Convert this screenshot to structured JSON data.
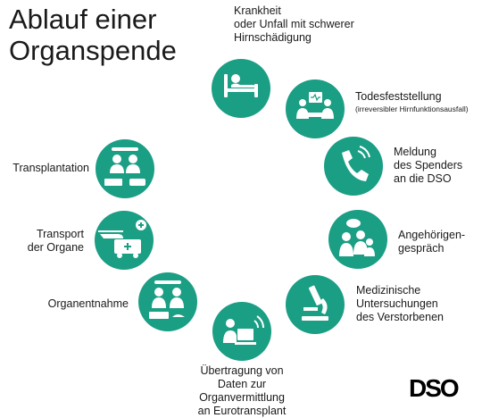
{
  "title": {
    "line1": "Ablauf einer",
    "line2": "Organspende"
  },
  "steps": [
    {
      "id": "krankheit",
      "icon": "patient-bed-icon",
      "lines": [
        "Krankheit",
        "oder Unfall mit schwerer",
        "Hirnschädigung"
      ]
    },
    {
      "id": "todesfeststellung",
      "icon": "doctors-monitor-icon",
      "lines": [
        "Todesfeststellung"
      ],
      "note": "(irreversibler Hirnfunktionsausfall)"
    },
    {
      "id": "meldung",
      "icon": "phone-icon",
      "lines": [
        "Meldung",
        "des Spenders",
        "an die DSO"
      ]
    },
    {
      "id": "angehoerigen",
      "icon": "family-talk-icon",
      "lines": [
        "Angehörigen-",
        "gespräch"
      ]
    },
    {
      "id": "untersuchungen",
      "icon": "microscope-icon",
      "lines": [
        "Medizinische",
        "Untersuchungen",
        "des Verstorbenen"
      ]
    },
    {
      "id": "uebertragung",
      "icon": "computer-transmit-icon",
      "lines": [
        "Übertragung von",
        "Daten zur Organvermittlung",
        "an Eurotransplant"
      ]
    },
    {
      "id": "organentnahme",
      "icon": "surgeons-icon",
      "lines": [
        "Organentnahme"
      ]
    },
    {
      "id": "transport",
      "icon": "ambulance-helicopter-icon",
      "lines": [
        "Transport",
        "der Organe"
      ]
    },
    {
      "id": "transplantation",
      "icon": "operating-room-icon",
      "lines": [
        "Transplantation"
      ]
    }
  ],
  "colors": {
    "accent": "#1a9e84",
    "text": "#1a1a1a",
    "icon": "#ffffff"
  },
  "logo": {
    "text": "DSO"
  }
}
